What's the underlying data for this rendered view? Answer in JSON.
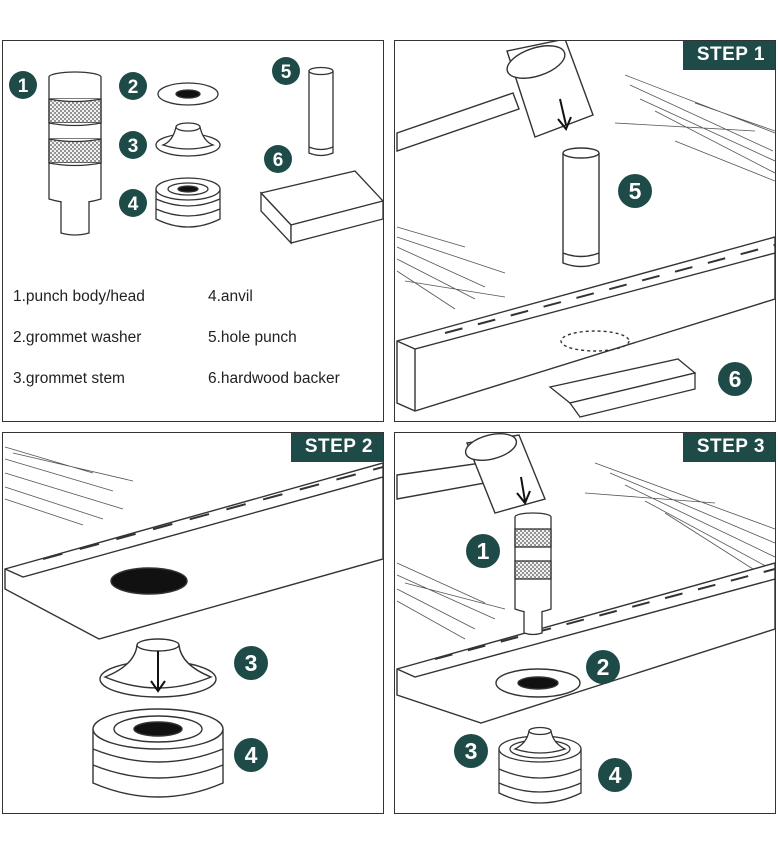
{
  "accent_color": "#1e4b48",
  "panel_parts": {
    "badges": [
      "1",
      "2",
      "3",
      "4",
      "5",
      "6"
    ],
    "legend": [
      "1.punch body/head",
      "2.grommet washer",
      "3.grommet stem",
      "4.anvil",
      "5.hole punch",
      "6.hardwood backer"
    ]
  },
  "step1": {
    "title": "STEP 1",
    "badges": [
      "5",
      "6"
    ]
  },
  "step2": {
    "title": "STEP 2",
    "badges": [
      "3",
      "4"
    ]
  },
  "step3": {
    "title": "STEP 3",
    "badges": [
      "1",
      "2",
      "3",
      "4"
    ]
  }
}
